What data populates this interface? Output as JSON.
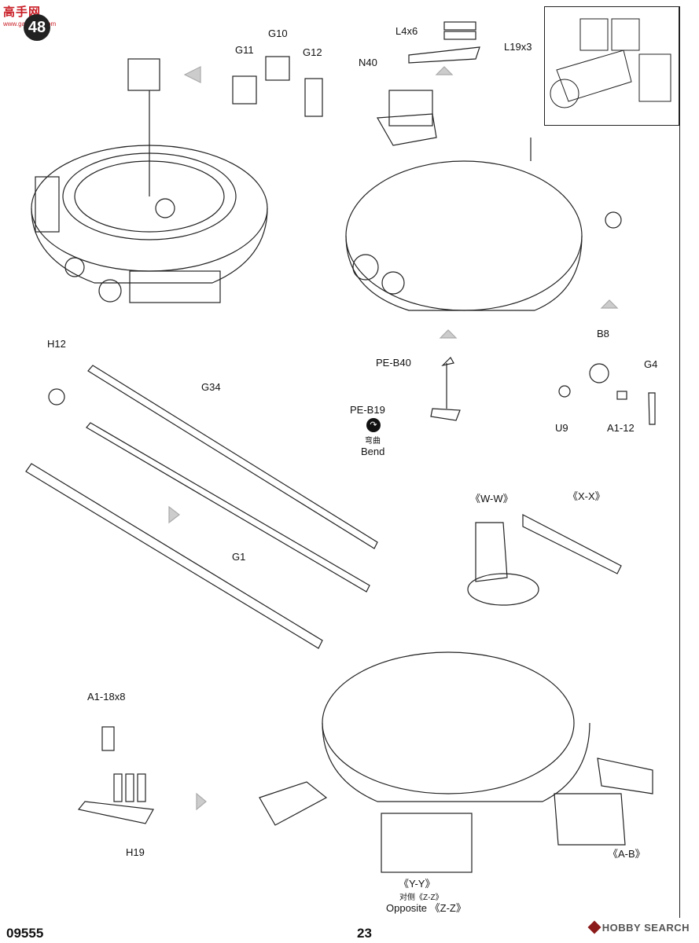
{
  "watermark": {
    "brand": "高手网",
    "url": "www.gaoshou.com"
  },
  "step": {
    "number": "48"
  },
  "labels": {
    "g10": "G10",
    "g11": "G11",
    "g12": "G12",
    "l4x6": "L4x6",
    "l19x3": "L19x3",
    "n40": "N40",
    "h12": "H12",
    "g34": "G34",
    "g1": "G1",
    "b8": "B8",
    "g4": "G4",
    "u9": "U9",
    "a1_12": "A1-12",
    "pe_b40": "PE-B40",
    "pe_b19": "PE-B19",
    "bend_cn": "弯曲",
    "bend_en": "Bend",
    "ww": "《W-W》",
    "xx": "《X-X》",
    "a1_18x8": "A1-18x8",
    "h19": "H19",
    "yy": "《Y-Y》",
    "opp_cn": "对侧《Z-Z》",
    "opp_en": "Opposite 《Z-Z》",
    "ab": "《A-B》"
  },
  "footer": {
    "kit_number": "09555",
    "page_number": "23",
    "source": "HOBBY SEARCH"
  },
  "icons": {
    "step": "step-badge-icon",
    "bend": "bend-arrow-icon",
    "logo": "hobbysearch-logo-icon"
  }
}
